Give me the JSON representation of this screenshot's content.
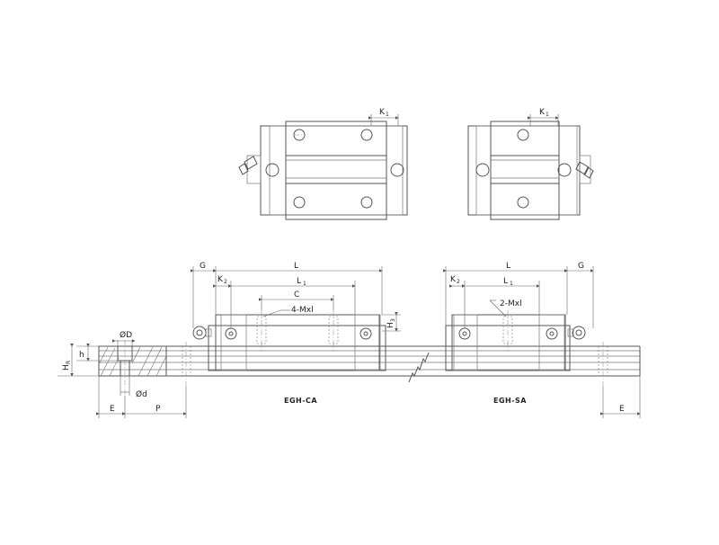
{
  "labels": {
    "k1": "K",
    "k1_sub": "1",
    "k2": "K",
    "k2_sub": "2",
    "g": "G",
    "l": "L",
    "l1": "L",
    "l1_sub": "1",
    "c": "C",
    "h3": "H",
    "h3_sub": "3",
    "hr": "H",
    "hr_sub": "R",
    "h": "h",
    "od_large": "ØD",
    "od_small": "Ød",
    "e": "E",
    "p": "P",
    "tap_4": "4-Mxl",
    "tap_2": "2-Mxl"
  },
  "models": {
    "ca": "EGH-CA",
    "sa": "EGH-SA"
  }
}
